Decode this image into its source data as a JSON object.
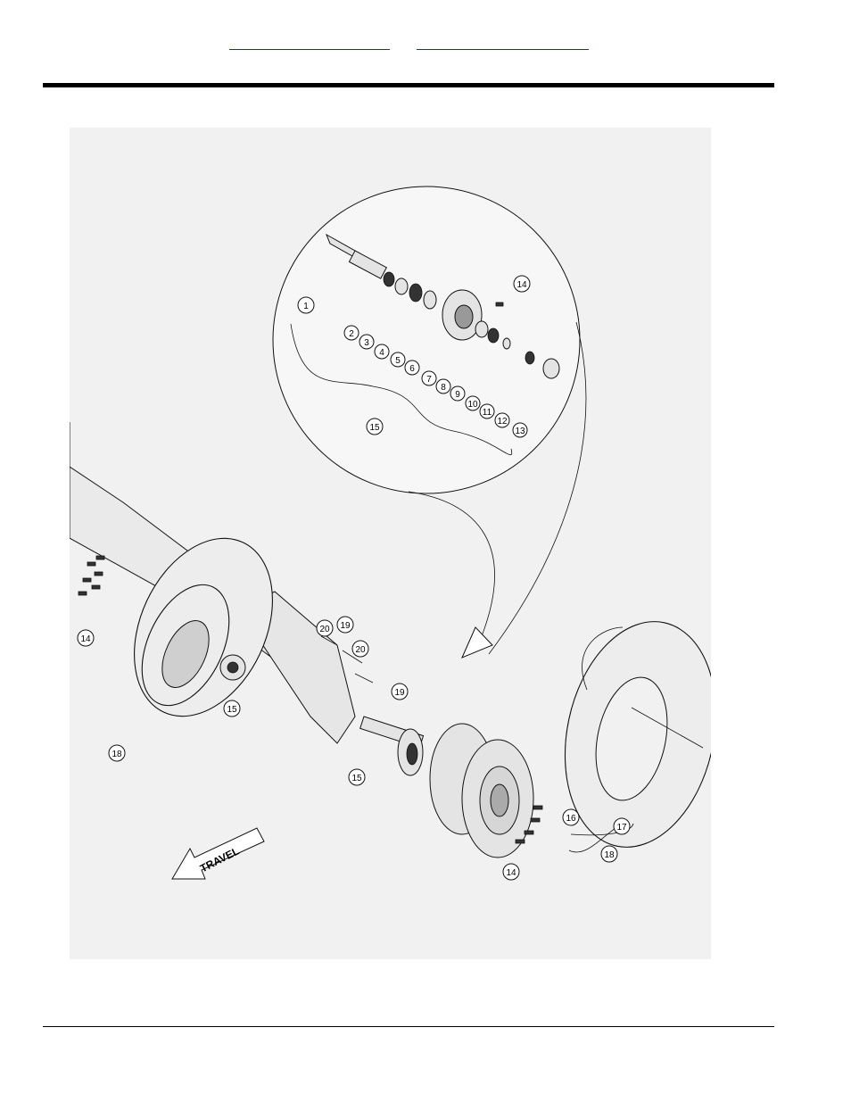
{
  "header": {
    "link_left": "",
    "link_right": ""
  },
  "figure": {
    "travel_label": "TRAVEL",
    "callouts": [
      {
        "id": "c1",
        "label": "1"
      },
      {
        "id": "c2",
        "label": "2"
      },
      {
        "id": "c3",
        "label": "3"
      },
      {
        "id": "c4",
        "label": "4"
      },
      {
        "id": "c5",
        "label": "5"
      },
      {
        "id": "c6",
        "label": "6"
      },
      {
        "id": "c7",
        "label": "7"
      },
      {
        "id": "c8",
        "label": "8"
      },
      {
        "id": "c9",
        "label": "9"
      },
      {
        "id": "c10",
        "label": "10"
      },
      {
        "id": "c11",
        "label": "11"
      },
      {
        "id": "c12",
        "label": "12"
      },
      {
        "id": "c13",
        "label": "13"
      },
      {
        "id": "c14a",
        "label": "14"
      },
      {
        "id": "c15a",
        "label": "15"
      },
      {
        "id": "c14b",
        "label": "14"
      },
      {
        "id": "c20a",
        "label": "20"
      },
      {
        "id": "c19a",
        "label": "19"
      },
      {
        "id": "c20b",
        "label": "20"
      },
      {
        "id": "c19b",
        "label": "19"
      },
      {
        "id": "c15b",
        "label": "15"
      },
      {
        "id": "c18a",
        "label": "18"
      },
      {
        "id": "c15c",
        "label": "15"
      },
      {
        "id": "c16",
        "label": "16"
      },
      {
        "id": "c17",
        "label": "17"
      },
      {
        "id": "c18b",
        "label": "18"
      },
      {
        "id": "c14c",
        "label": "14"
      }
    ]
  }
}
